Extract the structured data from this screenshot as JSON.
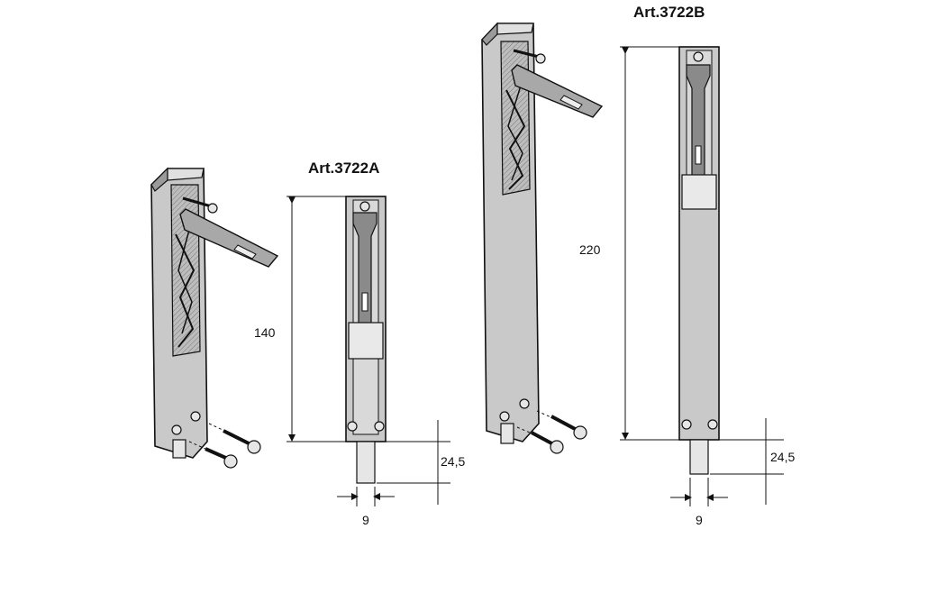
{
  "models": [
    {
      "id": "A",
      "title": "Art.3722A",
      "length_label": "140",
      "travel_label": "24,5",
      "width_label": "9"
    },
    {
      "id": "B",
      "title": "Art.3722B",
      "length_label": "220",
      "travel_label": "24,5",
      "width_label": "9"
    }
  ]
}
